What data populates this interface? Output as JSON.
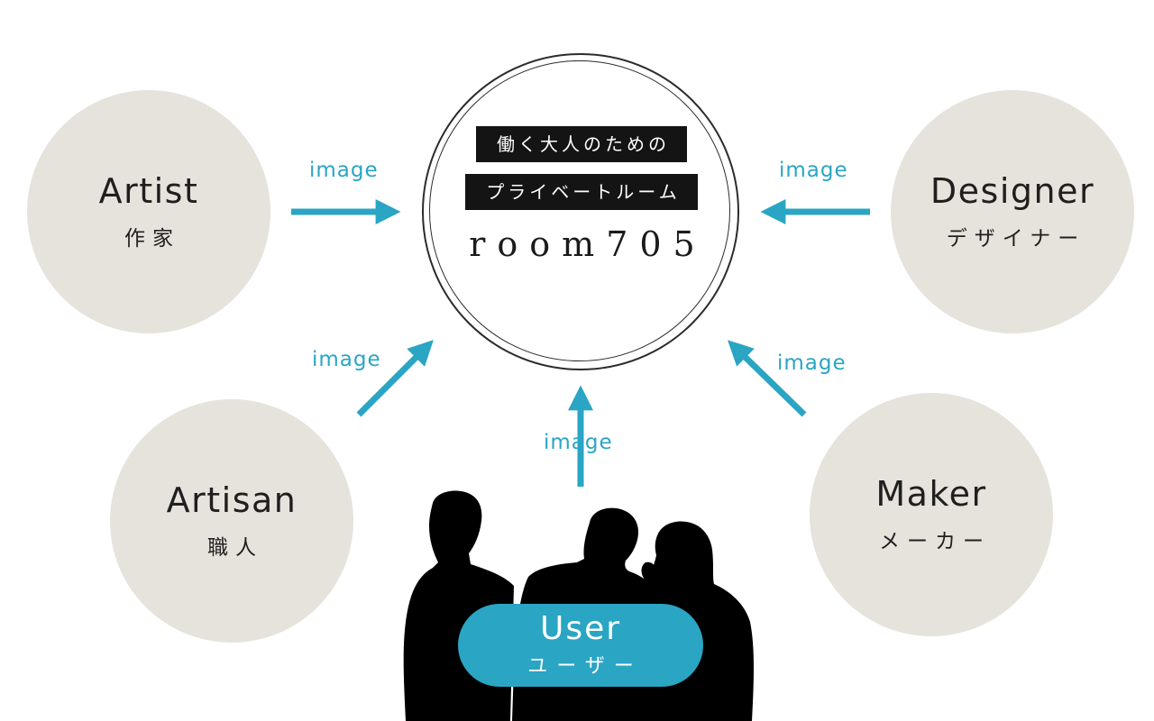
{
  "colors": {
    "accent": "#2aa5c4",
    "role_circle": "#e6e3dc",
    "label_bg": "#141414",
    "silhouette": "#000000"
  },
  "center": {
    "tagline_1": "働く大人のための",
    "tagline_2": "プライベートルーム",
    "brand": "room705"
  },
  "roles": {
    "artist": {
      "en": "Artist",
      "ja": "作家"
    },
    "designer": {
      "en": "Designer",
      "ja": "デザイナー"
    },
    "artisan": {
      "en": "Artisan",
      "ja": "職人"
    },
    "maker": {
      "en": "Maker",
      "ja": "メーカー"
    }
  },
  "user": {
    "en": "User",
    "ja": "ユーザー"
  },
  "arrows": {
    "artist": {
      "label": "image"
    },
    "designer": {
      "label": "image"
    },
    "artisan": {
      "label": "image"
    },
    "maker": {
      "label": "image"
    },
    "user": {
      "label": "image"
    }
  }
}
